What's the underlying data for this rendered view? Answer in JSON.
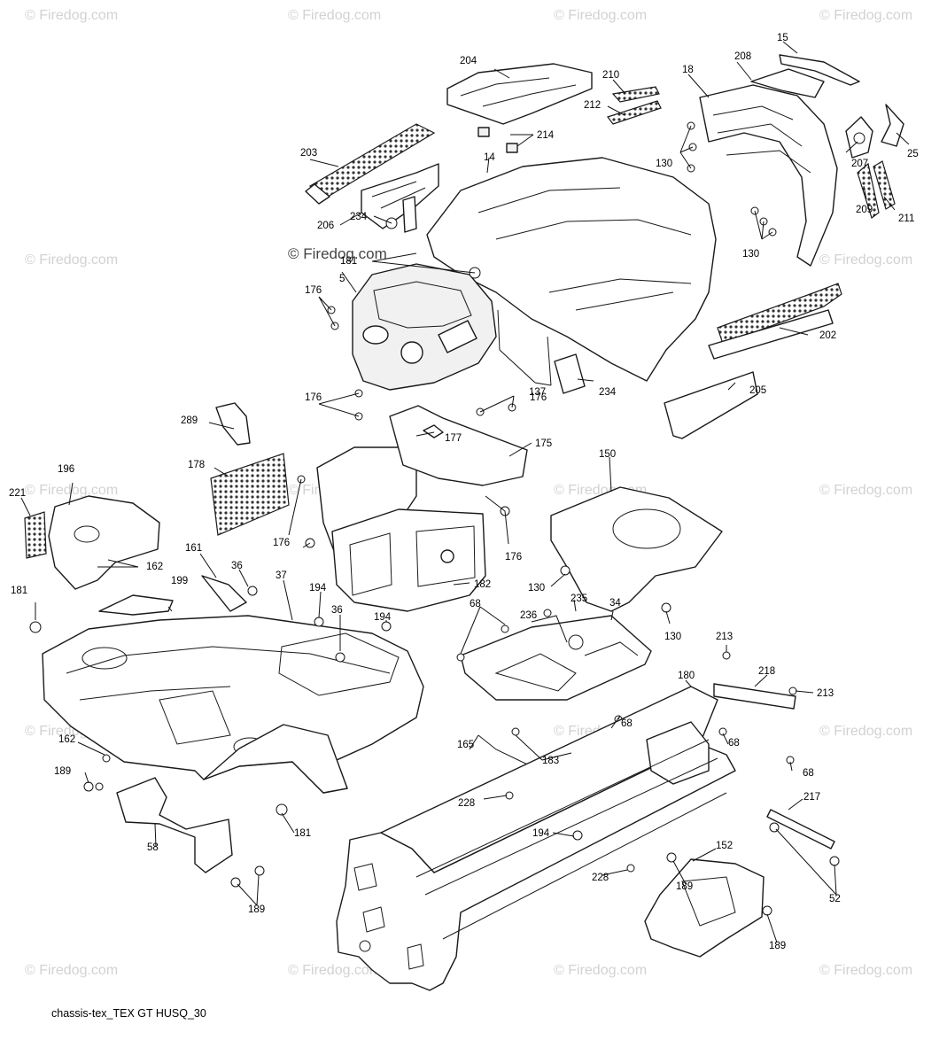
{
  "watermarks": [
    "© Firedog.com"
  ],
  "caption": "chassis-tex_TEX GT HUSQ_30",
  "callouts": {
    "c15": "15",
    "c204": "204",
    "c210": "210",
    "c208": "208",
    "c18": "18",
    "c212": "212",
    "c214": "214",
    "c203": "203",
    "c14": "14",
    "c130a": "130",
    "c207": "207",
    "c25": "25",
    "c206": "206",
    "c234a": "234",
    "c181a": "181",
    "c5": "5",
    "c176a": "176",
    "c209": "209",
    "c211": "211",
    "c130b": "130",
    "c202": "202",
    "c137": "137",
    "c234b": "234",
    "c176b": "176",
    "c176c": "176",
    "c205": "205",
    "c289": "289",
    "c177": "177",
    "c175": "175",
    "c178": "178",
    "c150": "150",
    "c196": "196",
    "c221": "221",
    "c176d": "176",
    "c176e": "176",
    "c161": "161",
    "c36a": "36",
    "c162a": "162",
    "c37": "37",
    "c194a": "194",
    "c199": "199",
    "c182": "182",
    "c130c": "130",
    "c181b": "181",
    "c36b": "36",
    "c194b": "194",
    "c68a": "68",
    "c235": "235",
    "c236": "236",
    "c34": "34",
    "c130d": "130",
    "c213a": "213",
    "c218": "218",
    "c213b": "213",
    "c180": "180",
    "c162b": "162",
    "c165": "165",
    "c68b": "68",
    "c183": "183",
    "c68c": "68",
    "c68d": "68",
    "c189a": "189",
    "c228a": "228",
    "c217": "217",
    "c181c": "181",
    "c194c": "194",
    "c58": "58",
    "c152": "152",
    "c228b": "228",
    "c52": "52",
    "c189b": "189",
    "c189c": "189",
    "c189d": "189"
  }
}
